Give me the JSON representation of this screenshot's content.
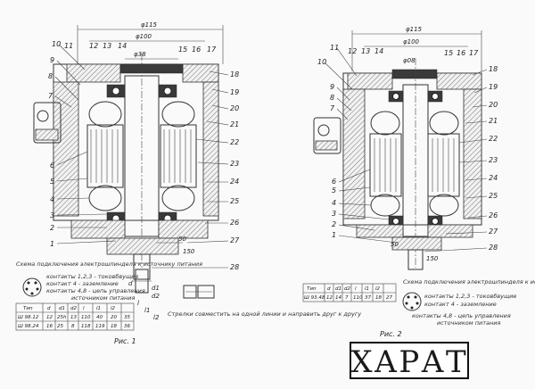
{
  "watermark": "ХАРАТ",
  "figure1": {
    "caption": "Рис. 1",
    "dims": {
      "d115": "φ115",
      "d100": "φ100",
      "d38": "φ38",
      "l50": "50",
      "l150": "150"
    },
    "labels_left": [
      "10",
      "9",
      "8",
      "7",
      "6",
      "5",
      "4",
      "3",
      "2",
      "1"
    ],
    "labels_top": [
      "11",
      "12",
      "13",
      "14",
      "15",
      "16",
      "17"
    ],
    "labels_right": [
      "18",
      "19",
      "20",
      "21",
      "22",
      "23",
      "24",
      "25",
      "26",
      "27",
      "28"
    ],
    "scheme_title": "Схема подключения электрошпинделя к источнику питания",
    "scheme_lines": [
      "контакты 1,2,3 - токовбвущие",
      "контакт 4 - заземление",
      "контакты 4,8 - цепь управления",
      "источником питания"
    ],
    "table_headers": [
      "Тип",
      "d",
      "d1",
      "d2",
      "l",
      "l1",
      "l2"
    ],
    "table_rows": [
      [
        "Ш 98.12",
        "12",
        "25h",
        "13",
        "110",
        "40",
        "20",
        "35"
      ],
      [
        "Ш 98.24",
        "16",
        "25",
        "8",
        "118",
        "119",
        "18",
        "36"
      ]
    ],
    "notes": [
      "Стрелки совместить на одной линии и направить друг к другу"
    ],
    "shaft_dims": {
      "d": "d",
      "d1": "d1",
      "d2": "d2",
      "l": "l",
      "l1": "l1",
      "l2": "l2"
    }
  },
  "figure2": {
    "caption": "Рис. 2",
    "dims": {
      "d115": "φ115",
      "d100": "φ100",
      "d08": "φ08",
      "l50": "50",
      "l150": "150"
    },
    "labels_left": [
      "11",
      "10",
      "9",
      "8",
      "7",
      "6",
      "5",
      "4",
      "3",
      "2",
      "1"
    ],
    "labels_top": [
      "12",
      "13",
      "14",
      "15",
      "16",
      "17"
    ],
    "labels_right": [
      "18",
      "19",
      "20",
      "21",
      "22",
      "23",
      "24",
      "25",
      "26",
      "27",
      "28"
    ],
    "scheme_title": "Схема подключения электрошпинделя к источнику питания",
    "scheme_lines": [
      "контакты 1,2,3 - токовбвущие",
      "контакт 4 - заземление",
      "контакты 4,8 - цепь управления",
      "источником питания"
    ],
    "table_headers": [
      "Тип",
      "d",
      "d1",
      "d2",
      "l",
      "l1",
      "l2"
    ],
    "table_rows": [
      [
        "Ш 93.48",
        "12",
        "14",
        "7",
        "110",
        "37",
        "18",
        "27"
      ]
    ]
  }
}
